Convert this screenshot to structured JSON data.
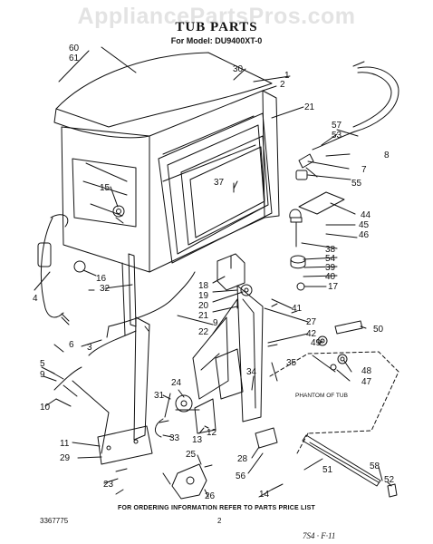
{
  "watermark": "AppliancePartsPros.com",
  "header": {
    "title": "TUB PARTS",
    "model": "For Model: DU9400XT-0"
  },
  "callouts": [
    {
      "id": "c60",
      "label": "60"
    },
    {
      "id": "c61",
      "label": "61"
    },
    {
      "id": "c30",
      "label": "30"
    },
    {
      "id": "c1",
      "label": "1"
    },
    {
      "id": "c2",
      "label": "2"
    },
    {
      "id": "c21a",
      "label": "21"
    },
    {
      "id": "c57",
      "label": "57"
    },
    {
      "id": "c53",
      "label": "53"
    },
    {
      "id": "c8",
      "label": "8"
    },
    {
      "id": "c7",
      "label": "7"
    },
    {
      "id": "c55",
      "label": "55"
    },
    {
      "id": "c37",
      "label": "37"
    },
    {
      "id": "c15",
      "label": "15"
    },
    {
      "id": "c44",
      "label": "44"
    },
    {
      "id": "c45",
      "label": "45"
    },
    {
      "id": "c46",
      "label": "46"
    },
    {
      "id": "c38",
      "label": "38"
    },
    {
      "id": "c54",
      "label": "54"
    },
    {
      "id": "c39",
      "label": "39"
    },
    {
      "id": "c40",
      "label": "40"
    },
    {
      "id": "c17",
      "label": "17"
    },
    {
      "id": "c16",
      "label": "16"
    },
    {
      "id": "c32",
      "label": "32"
    },
    {
      "id": "c4",
      "label": "4"
    },
    {
      "id": "c18",
      "label": "18"
    },
    {
      "id": "c19",
      "label": "19"
    },
    {
      "id": "c20",
      "label": "20"
    },
    {
      "id": "c21b",
      "label": "21"
    },
    {
      "id": "c9a",
      "label": "9"
    },
    {
      "id": "c22",
      "label": "22"
    },
    {
      "id": "c41",
      "label": "41"
    },
    {
      "id": "c6",
      "label": "6"
    },
    {
      "id": "c27",
      "label": "27"
    },
    {
      "id": "c42",
      "label": "42"
    },
    {
      "id": "c50",
      "label": "50"
    },
    {
      "id": "c3",
      "label": "3"
    },
    {
      "id": "c49",
      "label": "49"
    },
    {
      "id": "c5",
      "label": "5"
    },
    {
      "id": "c9b",
      "label": "9"
    },
    {
      "id": "c35",
      "label": "35"
    },
    {
      "id": "c48",
      "label": "48"
    },
    {
      "id": "c47",
      "label": "47"
    },
    {
      "id": "c24",
      "label": "24"
    },
    {
      "id": "c34",
      "label": "34"
    },
    {
      "id": "c10",
      "label": "10"
    },
    {
      "id": "c31",
      "label": "31"
    },
    {
      "id": "c33",
      "label": "33"
    },
    {
      "id": "c11",
      "label": "11"
    },
    {
      "id": "c12",
      "label": "12"
    },
    {
      "id": "c13",
      "label": "13"
    },
    {
      "id": "c29",
      "label": "29"
    },
    {
      "id": "c28",
      "label": "28"
    },
    {
      "id": "c25",
      "label": "25"
    },
    {
      "id": "c58",
      "label": "58"
    },
    {
      "id": "c52",
      "label": "52"
    },
    {
      "id": "c51",
      "label": "51"
    },
    {
      "id": "c56",
      "label": "56"
    },
    {
      "id": "c23",
      "label": "23"
    },
    {
      "id": "c26",
      "label": "26"
    },
    {
      "id": "c14",
      "label": "14"
    }
  ],
  "phantom_note": "PHANTOM OF TUB",
  "footer": {
    "ordering_info": "FOR ORDERING INFORMATION REFER TO PARTS PRICE LIST",
    "page": "2",
    "doc_number": "3367775",
    "date_code": "7S4 · F·11"
  }
}
